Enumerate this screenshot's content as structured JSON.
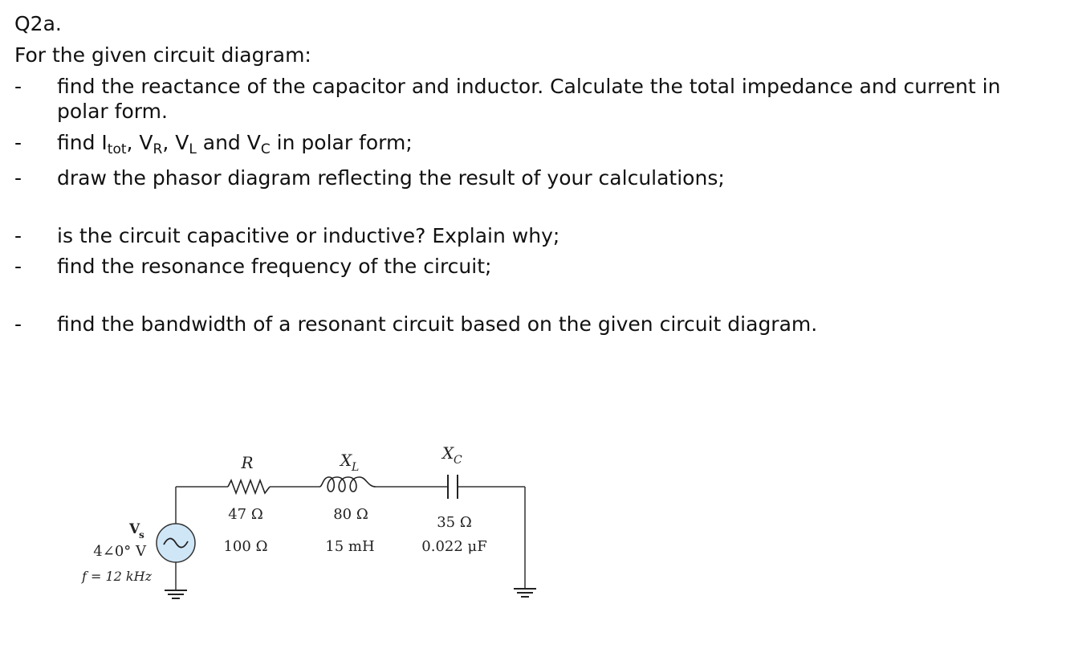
{
  "question": {
    "title": "Q2a.",
    "intro": "For the given circuit diagram:",
    "bullet": "-",
    "items": [
      {
        "line1": "find the reactance of the capacitor and inductor. Calculate the total impedance and current in",
        "line2": "polar form."
      },
      {
        "p1": "find I",
        "s1": "tot",
        "p2": ", V",
        "s2": "R",
        "p3": ", V",
        "s3": "L",
        "p4": " and V",
        "s4": "C",
        "p5": " in polar form;"
      },
      {
        "text": "draw the phasor diagram reflecting the result of your calculations;"
      },
      {
        "text": "is the circuit capacitive or inductive? Explain why;"
      },
      {
        "text": "find the resonance frequency of the circuit;"
      },
      {
        "text": "find the bandwidth of a resonant circuit based on the given circuit diagram."
      }
    ]
  },
  "circuit": {
    "source": {
      "label": "V",
      "label_sub": "s",
      "voltage": "4∠0° V",
      "frequency": "f = 12 kHz"
    },
    "resistor": {
      "symbol": "R",
      "value_a": "47 Ω",
      "value_b": "100 Ω"
    },
    "inductor": {
      "symbol": "X",
      "symbol_sub": "L",
      "value_a": "80 Ω",
      "value_b": "15 mH"
    },
    "capacitor": {
      "symbol": "X",
      "symbol_sub": "C",
      "value_a": "35 Ω",
      "value_b": "0.022 μF"
    },
    "colors": {
      "source_fill": "#cfe6f7",
      "wire": "#333333"
    }
  }
}
